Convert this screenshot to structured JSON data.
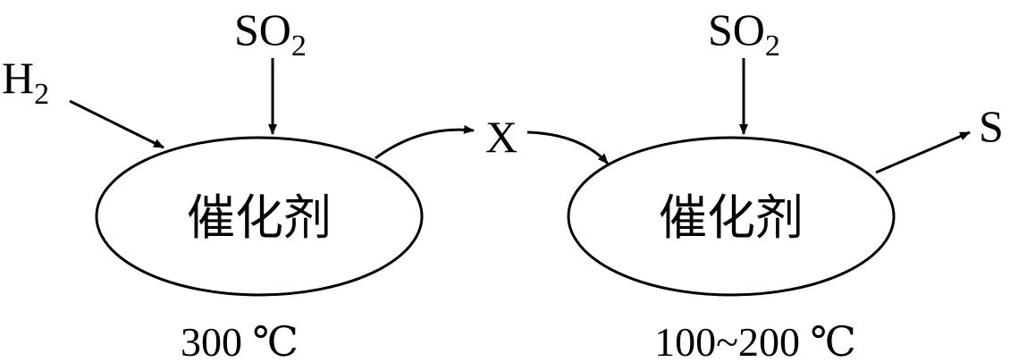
{
  "left_reactor": {
    "reactant_top": {
      "base": "SO",
      "subscript": "2"
    },
    "reactant_side": {
      "base": "H",
      "subscript": "2"
    },
    "catalyst_label": "催化剂",
    "temperature": "300 ℃"
  },
  "intermediate": {
    "label": "X"
  },
  "right_reactor": {
    "reactant_top": {
      "base": "SO",
      "subscript": "2"
    },
    "catalyst_label": "催化剂",
    "temperature": "100~200 ℃",
    "product": "S"
  }
}
